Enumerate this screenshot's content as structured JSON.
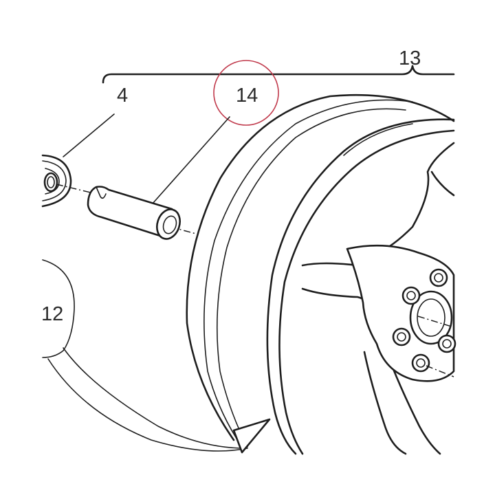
{
  "callouts": {
    "assembly": "13",
    "spacer": "14",
    "bearing": "4",
    "detail": "12"
  },
  "highlight_color": "#c0394b"
}
